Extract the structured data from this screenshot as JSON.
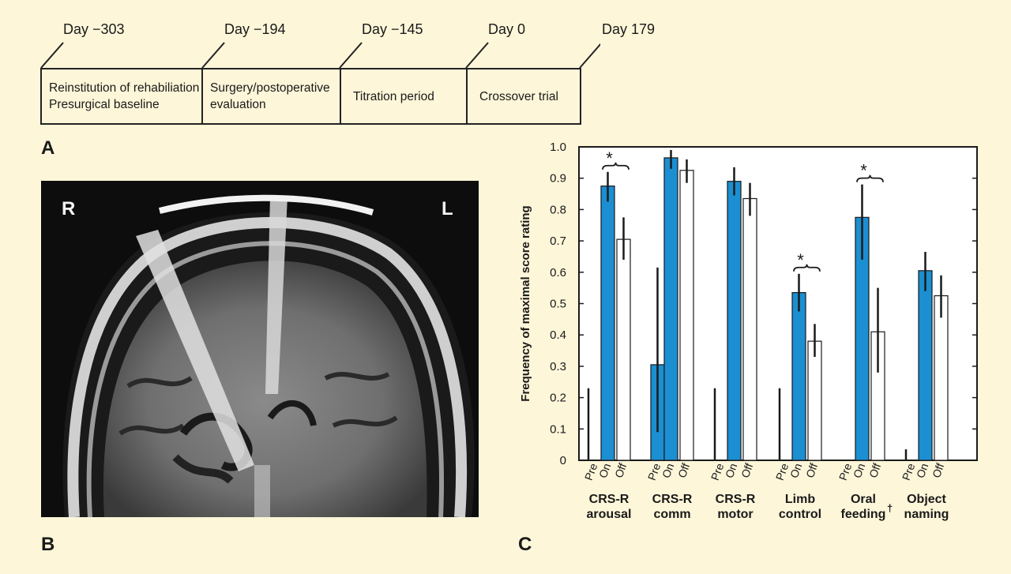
{
  "timeline": {
    "days": [
      "Day −303",
      "Day −194",
      "Day −145",
      "Day 0",
      "Day 179"
    ],
    "phases": [
      {
        "line1": "Reinstitution of rehabiliation",
        "line2": "Presurgical baseline"
      },
      {
        "line1": "Surgery/postoperative",
        "line2": "evaluation"
      },
      {
        "line1": "Titration period",
        "line2": ""
      },
      {
        "line1": "Crossover trial",
        "line2": ""
      }
    ]
  },
  "panel_labels": {
    "a": "A",
    "b": "B",
    "c": "C"
  },
  "mri": {
    "right_label": "R",
    "left_label": "L"
  },
  "colors": {
    "on": "#1b8fd2",
    "off": "#ffffff",
    "background": "#fdf6d9",
    "border": "#1a1a1a"
  },
  "chart_data": {
    "type": "bar",
    "ylabel": "Frequency of maximal score rating",
    "ylim": [
      0,
      1.0
    ],
    "yticks": [
      "0",
      "0.1",
      "0.2",
      "0.3",
      "0.4",
      "0.5",
      "0.6",
      "0.7",
      "0.8",
      "0.9",
      "1.0"
    ],
    "conditions": [
      "Pre",
      "On",
      "Off"
    ],
    "categories": [
      {
        "line1": "CRS-R",
        "line2": "arousal",
        "mark": "",
        "values": [
          0,
          0.875,
          0.705
        ],
        "err": [
          [
            0,
            0.23
          ],
          [
            0.825,
            0.92
          ],
          [
            0.64,
            0.775
          ]
        ],
        "sig": "*"
      },
      {
        "line1": "CRS-R",
        "line2": "comm",
        "mark": "",
        "values": [
          0.305,
          0.965,
          0.925
        ],
        "err": [
          [
            0.09,
            0.615
          ],
          [
            0.93,
            0.99
          ],
          [
            0.885,
            0.96
          ]
        ],
        "sig": ""
      },
      {
        "line1": "CRS-R",
        "line2": "motor",
        "mark": "",
        "values": [
          0,
          0.89,
          0.835
        ],
        "err": [
          [
            0,
            0.23
          ],
          [
            0.845,
            0.935
          ],
          [
            0.78,
            0.885
          ]
        ],
        "sig": ""
      },
      {
        "line1": "Limb",
        "line2": "control",
        "mark": "",
        "values": [
          0,
          0.535,
          0.38
        ],
        "err": [
          [
            0,
            0.23
          ],
          [
            0.475,
            0.595
          ],
          [
            0.33,
            0.435
          ]
        ],
        "sig": "*"
      },
      {
        "line1": "Oral",
        "line2": "feeding",
        "mark": "†",
        "values": [
          0,
          0.775,
          0.41
        ],
        "err": [
          [
            0,
            0
          ],
          [
            0.64,
            0.88
          ],
          [
            0.28,
            0.55
          ]
        ],
        "sig": "*"
      },
      {
        "line1": "Object",
        "line2": "naming",
        "mark": "",
        "values": [
          0,
          0.605,
          0.525
        ],
        "err": [
          [
            0,
            0.035
          ],
          [
            0.54,
            0.665
          ],
          [
            0.455,
            0.59
          ]
        ],
        "sig": ""
      }
    ]
  }
}
